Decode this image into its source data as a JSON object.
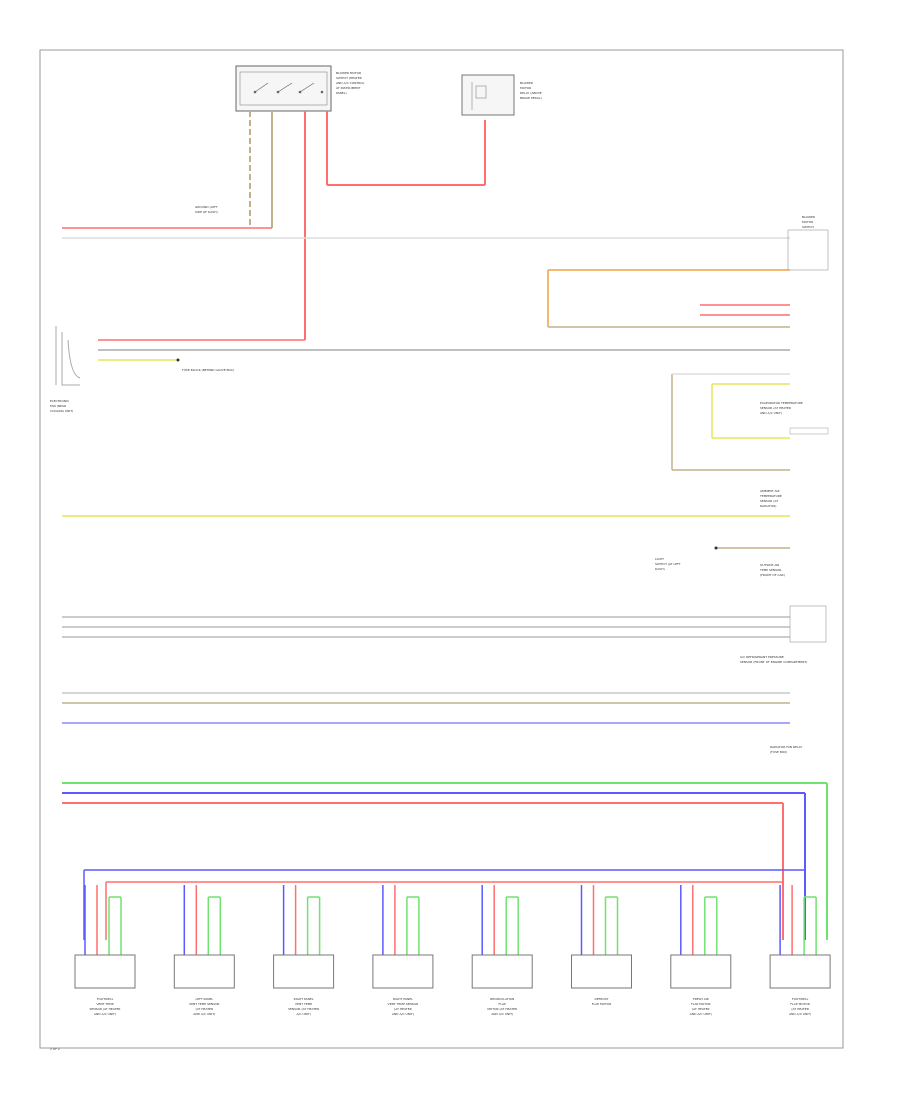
{
  "diagram": {
    "top_switch_label": [
      "BLOWER MOTOR",
      "SWITCH (HEATER",
      "AND A/C CONTROL",
      "AT INSTRUMENT",
      "PANEL)"
    ],
    "top_relay_label": [
      "BLOWER",
      "MOTOR",
      "RELAY (ABOVE",
      "BRAKE PEDAL)"
    ],
    "ground_label": [
      "GROUND (LEFT",
      "SIDE OF DASH)"
    ],
    "dash_left_label": [
      "ELECTRONIC",
      "FAN (NEAR",
      "COOLING UNIT)"
    ],
    "fuse_label": "FUSE BLOCK (BEHIND GLOVE BOX)",
    "right_switch_label": [
      "BLOWER",
      "MOTOR",
      "SWITCH"
    ],
    "sensor_label": [
      "EVAPORATOR TEMPERATURE",
      "SENSOR (AT HEATER",
      "AND A/C UNIT)"
    ],
    "temp_sensor_label": [
      "AMBIENT AIR",
      "TEMPERATURE",
      "SENSOR (AT",
      "RADIATOR)"
    ],
    "mid_left_label": [
      "LIGHT",
      "SWITCH (AT LEFT",
      "DASH)"
    ],
    "mid_right_label": [
      "OUTSIDE AIR",
      "TEMP SENSOR",
      "(FRONT OF CAR)"
    ],
    "pressure_label": [
      "A/C REFRIGERANT PRESSURE",
      "SENSOR (FRONT OF ENGINE COMPARTMENT)"
    ],
    "relay_block_label": [
      "RADIATOR FAN RELAY",
      "(FUSE BOX)"
    ],
    "bottom_labels": [
      [
        "FOOTWELL",
        "VENT TEMP",
        "SENSOR (AT HEATER",
        "AND A/C UNIT)"
      ],
      [
        "LEFT PANEL",
        "VENT TEMP SENSOR",
        "(AT HEATER",
        "AND A/C UNIT)"
      ],
      [
        "RIGHT PANEL",
        "VENT TEMP",
        "SENSOR (AT HEATER",
        "A/C UNIT)"
      ],
      [
        "RIGHT PANEL",
        "VENT TEMP SENSOR",
        "(AT HEATER",
        "AND A/C UNIT)"
      ],
      [
        "RECIRCULATION",
        "FLAP",
        "MOTOR (AT HEATER",
        "AND A/C UNIT)"
      ],
      [
        "DEFROST",
        "FLAP MOTOR"
      ],
      [
        "FRESH AIR",
        "FLAP MOTOR",
        "(AT HEATER",
        "AND A/C UNIT)"
      ],
      [
        "FOOTWELL",
        "FLAP MOTOR",
        "(AT HEATER",
        "AND A/C UNIT)"
      ]
    ],
    "page_marker": "2 OF 2"
  },
  "colors": {
    "red": "#ff6f6f",
    "blue": "#5a5aff",
    "green": "#6fe36f",
    "orange": "#f0a040",
    "yellow": "#e6e65a",
    "gray": "#b4b4b4",
    "tan": "#c2b28a"
  }
}
